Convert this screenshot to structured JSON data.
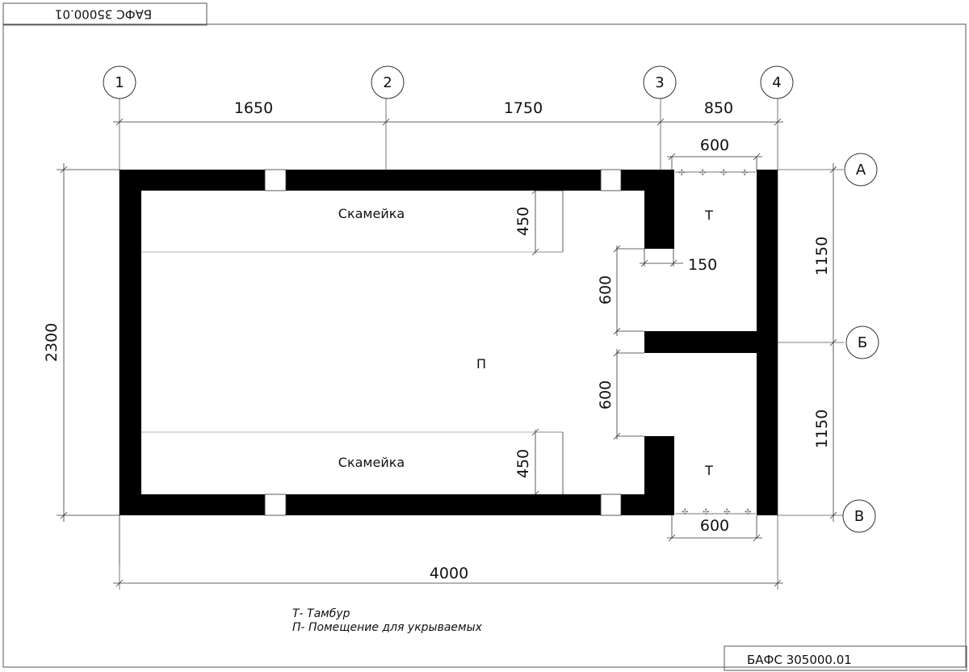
{
  "stamp": {
    "code_top": "БАФС 35000.01",
    "code_bottom": "БАФС 305000.01"
  },
  "axes": {
    "col1": "1",
    "col2": "2",
    "col3": "3",
    "col4": "4",
    "rowA": "А",
    "rowB": "Б",
    "rowV": "В"
  },
  "dimensions": {
    "top_1_2": "1650",
    "top_2_3": "1750",
    "top_3_4": "850",
    "vestibule_top_width": "600",
    "vestibule_bottom_width": "600",
    "total_height": "2300",
    "total_width": "4000",
    "right_upper": "1150",
    "right_lower": "1150",
    "bench_upper_depth": "450",
    "bench_lower_depth": "450",
    "opening_upper": "600",
    "opening_lower": "600",
    "wall_thickness": "150"
  },
  "rooms": {
    "main": "П",
    "vestibule_upper": "Т",
    "vestibule_lower": "Т",
    "bench_upper": "Скамейка",
    "bench_lower": "Скамейка"
  },
  "legend": {
    "line1": "Т- Тамбур",
    "line2": "П- Помещение для укрываемых"
  },
  "colors": {
    "wall": "#000000",
    "line": "#222222",
    "background": "#ffffff"
  }
}
